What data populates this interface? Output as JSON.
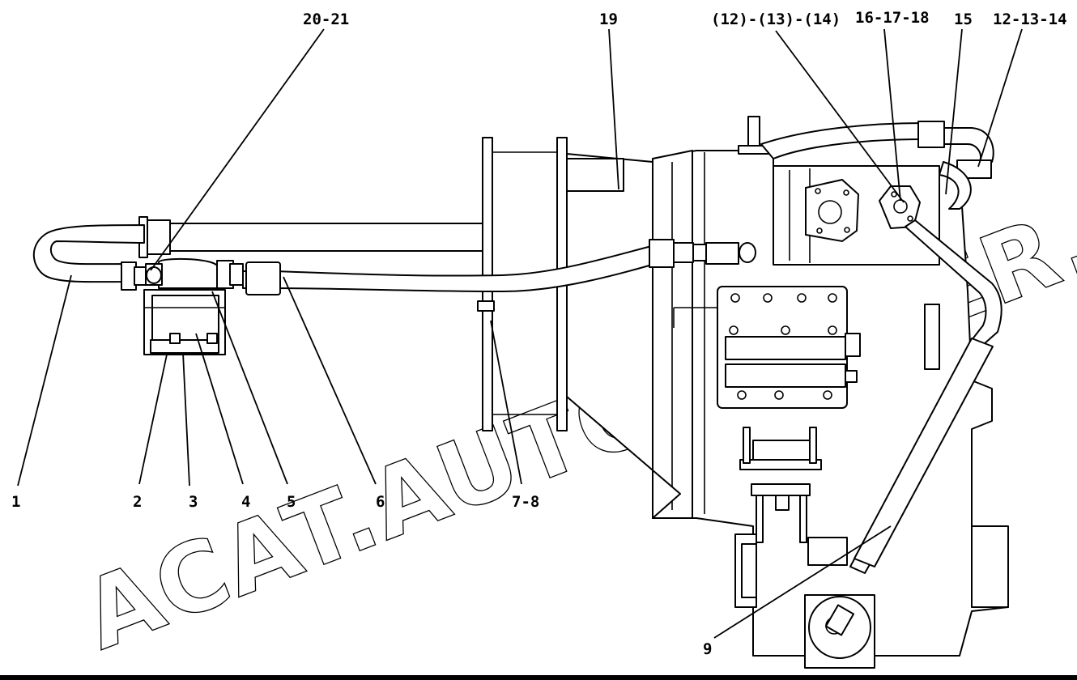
{
  "colors": {
    "line": "#000000",
    "background": "#ffffff"
  },
  "watermark": {
    "text": "ACAT.AUTODEALER.RU"
  },
  "callouts": [
    {
      "id": "1",
      "label": "1"
    },
    {
      "id": "2",
      "label": "2"
    },
    {
      "id": "3",
      "label": "3"
    },
    {
      "id": "4",
      "label": "4"
    },
    {
      "id": "5",
      "label": "5"
    },
    {
      "id": "6",
      "label": "6"
    },
    {
      "id": "7-8",
      "label": "7-8"
    },
    {
      "id": "9",
      "label": "9"
    },
    {
      "id": "12-13-14",
      "label": "12-13-14"
    },
    {
      "id": "p12-13-14",
      "label": "(12)-(13)-(14)"
    },
    {
      "id": "15",
      "label": "15"
    },
    {
      "id": "16-17-18",
      "label": "16-17-18"
    },
    {
      "id": "19",
      "label": "19"
    },
    {
      "id": "20-21",
      "label": "20-21"
    }
  ]
}
